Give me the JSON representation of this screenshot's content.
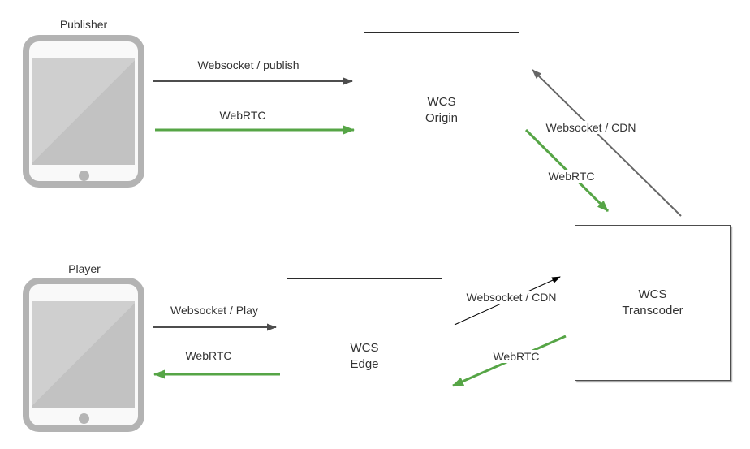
{
  "nodes": {
    "publisher": {
      "label": "Publisher"
    },
    "player": {
      "label": "Player"
    },
    "origin": {
      "line1": "WCS",
      "line2": "Origin"
    },
    "transcoder": {
      "line1": "WCS",
      "line2": "Transcoder"
    },
    "edge": {
      "line1": "WCS",
      "line2": "Edge"
    }
  },
  "edges": {
    "publisher_ws": {
      "label": "Websocket / publish"
    },
    "publisher_rtc": {
      "label": "WebRTC"
    },
    "origin_cdn": {
      "label": "Websocket / CDN"
    },
    "origin_rtc": {
      "label": "WebRTC"
    },
    "edge_cdn": {
      "label": "Websocket / CDN"
    },
    "edge_rtc": {
      "label": "WebRTC"
    },
    "player_ws": {
      "label": "Websocket / Play"
    },
    "player_rtc": {
      "label": "WebRTC"
    }
  },
  "colors": {
    "websocket": "#4d4d4d",
    "webrtc": "#56a546",
    "cdn_gray": "#666666",
    "cdn_black": "#000000",
    "box_border": "#2b2b2b",
    "tablet_frame": "#b3b3b3",
    "tablet_screen": "#c9c9c9",
    "label_text": "#333333"
  }
}
